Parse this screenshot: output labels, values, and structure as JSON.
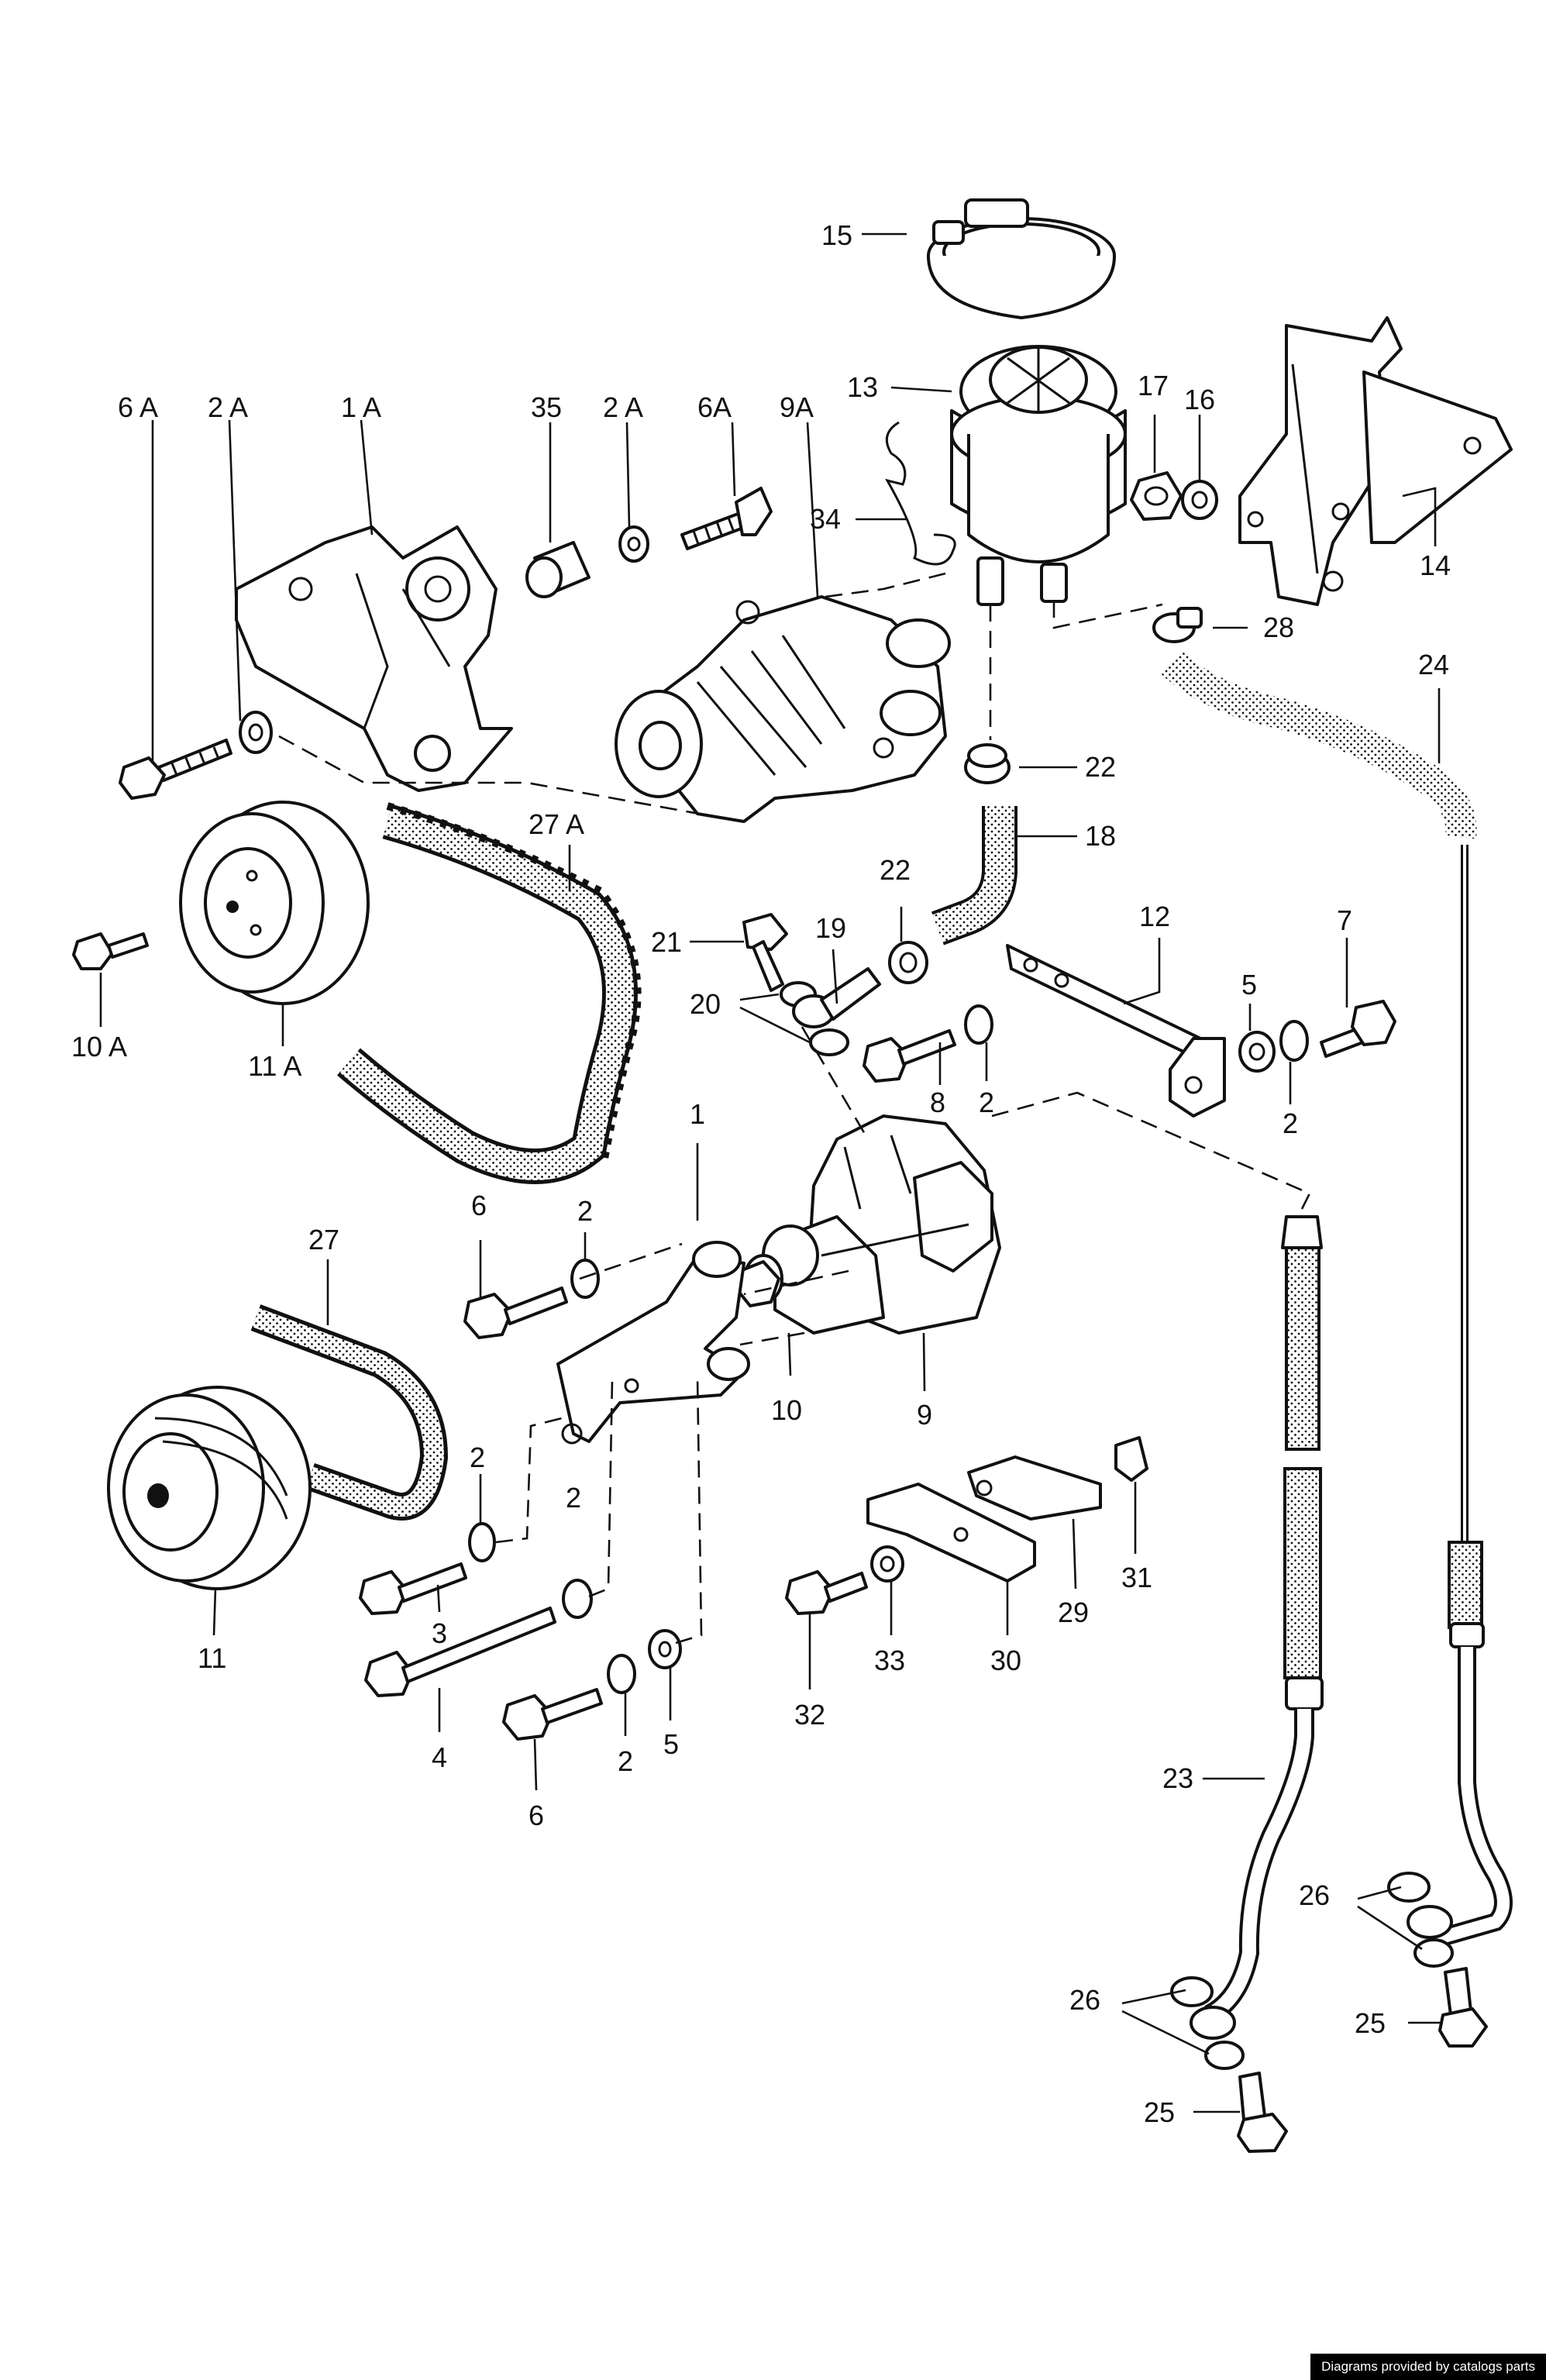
{
  "credit": "Diagrams provided by catalogs parts",
  "labels": [
    {
      "id": "15",
      "text": "15"
    },
    {
      "id": "13",
      "text": "13"
    },
    {
      "id": "6A-left",
      "text": "6 A"
    },
    {
      "id": "2A-left",
      "text": "2 A"
    },
    {
      "id": "1A",
      "text": "1 A"
    },
    {
      "id": "35",
      "text": "35"
    },
    {
      "id": "2A-right",
      "text": "2 A"
    },
    {
      "id": "6A-right",
      "text": "6A"
    },
    {
      "id": "9A",
      "text": "9A"
    },
    {
      "id": "17",
      "text": "17"
    },
    {
      "id": "16",
      "text": "16"
    },
    {
      "id": "14",
      "text": "14"
    },
    {
      "id": "34",
      "text": "34"
    },
    {
      "id": "28",
      "text": "28"
    },
    {
      "id": "24",
      "text": "24"
    },
    {
      "id": "22-top",
      "text": "22"
    },
    {
      "id": "18",
      "text": "18"
    },
    {
      "id": "27A",
      "text": "27 A"
    },
    {
      "id": "22-mid",
      "text": "22"
    },
    {
      "id": "12",
      "text": "12"
    },
    {
      "id": "7",
      "text": "7"
    },
    {
      "id": "21",
      "text": "21"
    },
    {
      "id": "19",
      "text": "19"
    },
    {
      "id": "20",
      "text": "20"
    },
    {
      "id": "5-right",
      "text": "5"
    },
    {
      "id": "10A",
      "text": "10 A"
    },
    {
      "id": "11A",
      "text": "11 A"
    },
    {
      "id": "8",
      "text": "8"
    },
    {
      "id": "2-mid",
      "text": "2"
    },
    {
      "id": "2-right",
      "text": "2"
    },
    {
      "id": "1",
      "text": "1"
    },
    {
      "id": "6-upper",
      "text": "6"
    },
    {
      "id": "2-upper",
      "text": "2"
    },
    {
      "id": "27",
      "text": "27"
    },
    {
      "id": "10",
      "text": "10"
    },
    {
      "id": "9",
      "text": "9"
    },
    {
      "id": "2-a",
      "text": "2"
    },
    {
      "id": "2-b",
      "text": "2"
    },
    {
      "id": "31",
      "text": "31"
    },
    {
      "id": "29",
      "text": "29"
    },
    {
      "id": "3",
      "text": "3"
    },
    {
      "id": "11",
      "text": "11"
    },
    {
      "id": "30",
      "text": "30"
    },
    {
      "id": "33",
      "text": "33"
    },
    {
      "id": "32",
      "text": "32"
    },
    {
      "id": "4",
      "text": "4"
    },
    {
      "id": "6-lower",
      "text": "6"
    },
    {
      "id": "2-lower",
      "text": "2"
    },
    {
      "id": "5-lower",
      "text": "5"
    },
    {
      "id": "23",
      "text": "23"
    },
    {
      "id": "26-right",
      "text": "26"
    },
    {
      "id": "25-right",
      "text": "25"
    },
    {
      "id": "26-left",
      "text": "26"
    },
    {
      "id": "25-left",
      "text": "25"
    }
  ]
}
